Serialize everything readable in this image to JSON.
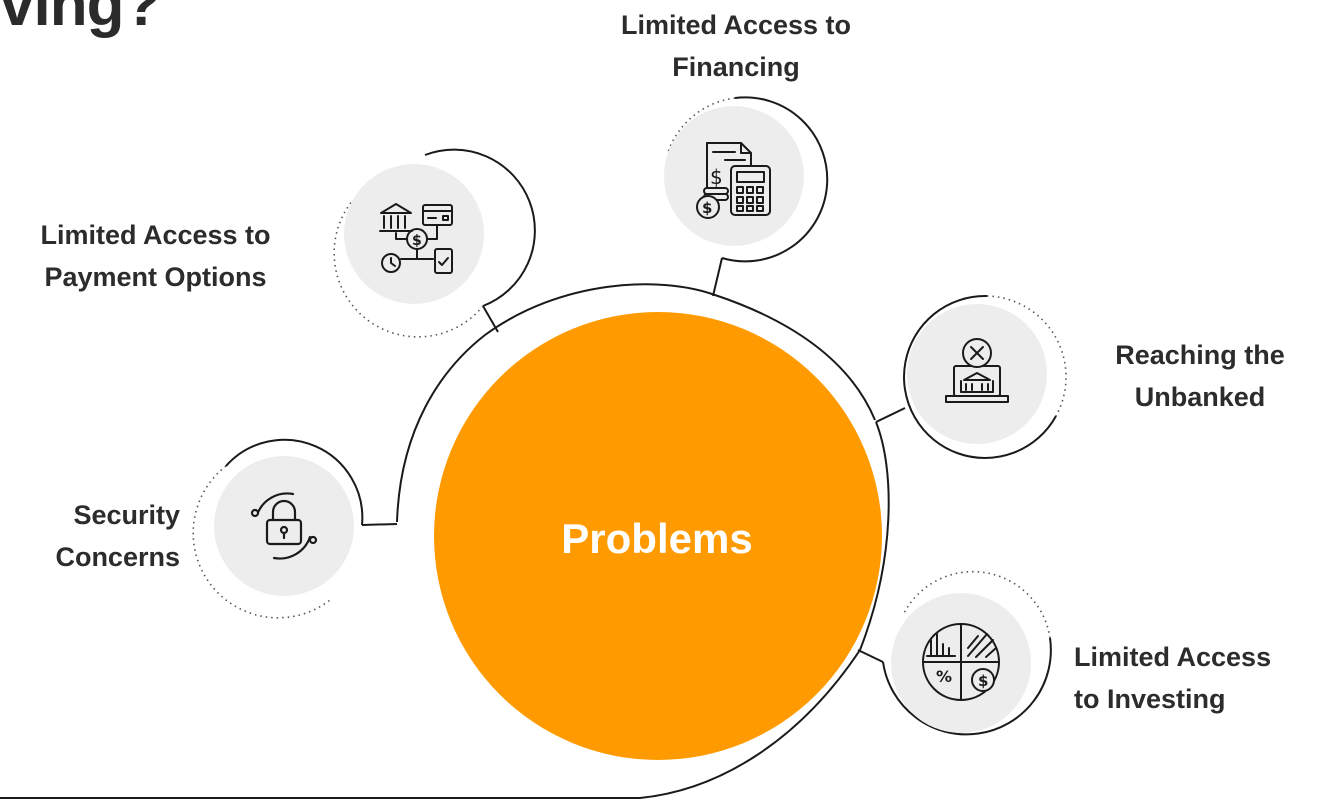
{
  "title": "ving?",
  "center": {
    "label": "Problems"
  },
  "items": [
    {
      "id": "financing",
      "label_lines": [
        "Limited Access to",
        "Financing"
      ],
      "icon": "calculator-document-icon"
    },
    {
      "id": "payment",
      "label_lines": [
        "Limited Access to",
        "Payment Options"
      ],
      "icon": "bank-payment-flow-icon"
    },
    {
      "id": "unbanked",
      "label_lines": [
        "Reaching the",
        "Unbanked"
      ],
      "icon": "laptop-bank-blocked-icon"
    },
    {
      "id": "security",
      "label_lines": [
        "Security",
        "Concerns"
      ],
      "icon": "padlock-icon"
    },
    {
      "id": "investing",
      "label_lines": [
        "Limited Access",
        "to Investing"
      ],
      "icon": "pie-chart-investing-icon"
    }
  ],
  "colors": {
    "accent": "#FF9B00",
    "node_fill": "#EDEDED",
    "stroke": "#1a1a1a",
    "text": "#2c2c2c"
  }
}
